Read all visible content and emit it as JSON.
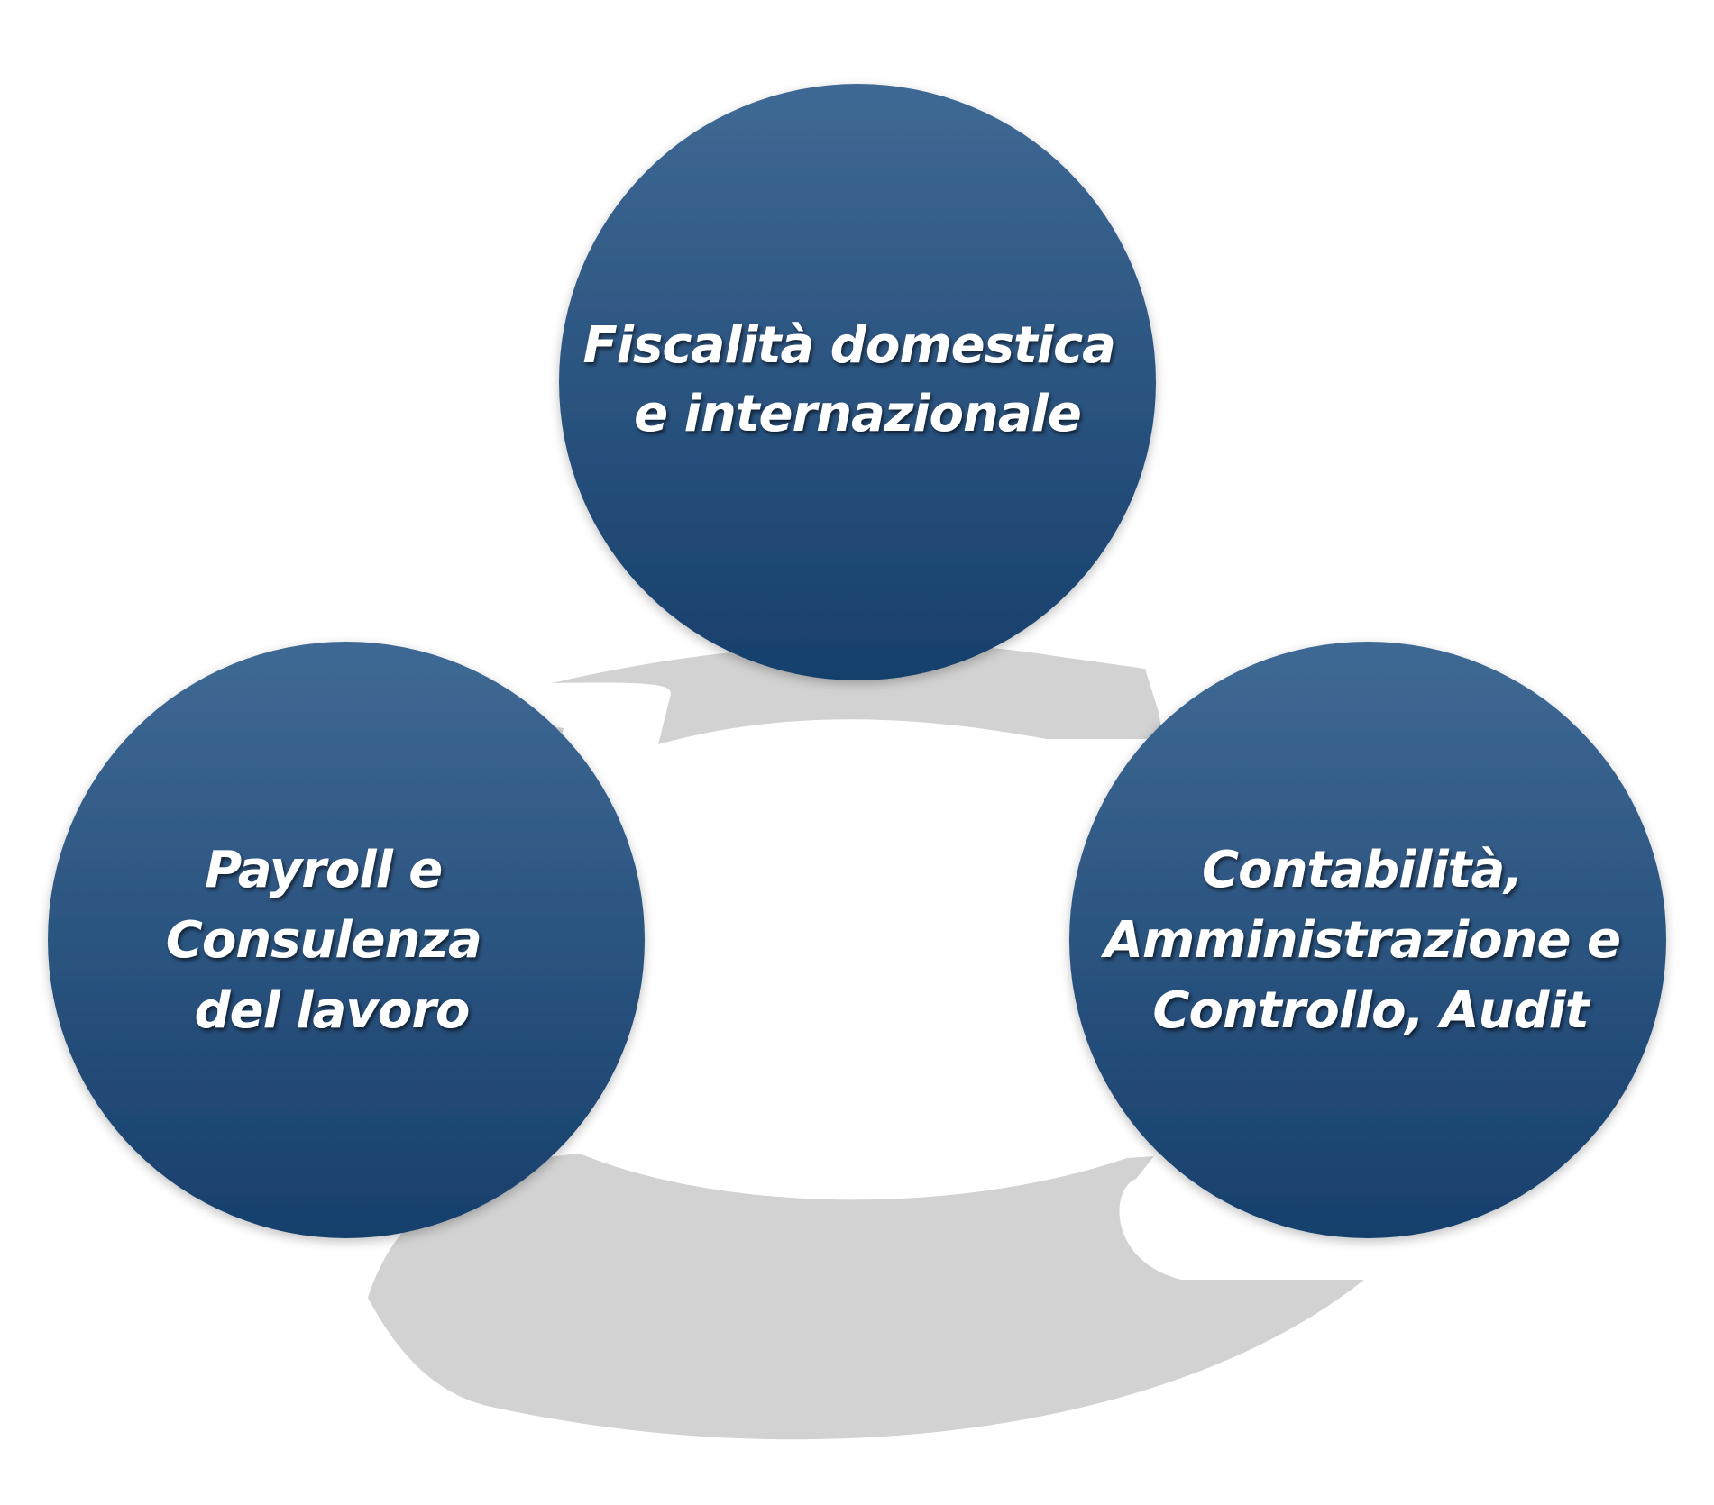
{
  "diagram": {
    "type": "cycle",
    "colors": {
      "node_top": "#3f6994",
      "node_bottom": "#173f6c",
      "cycle_arrow": "#d2d2d2",
      "label_text": "#ffffff",
      "background": "#ffffff"
    },
    "nodes": [
      {
        "id": "fiscalita",
        "lines": [
          "Fiscalità domestica",
          "e internazionale"
        ]
      },
      {
        "id": "payroll",
        "lines": [
          "Payroll e",
          "Consulenza",
          "del lavoro"
        ]
      },
      {
        "id": "contabilita",
        "lines": [
          "Contabilità,",
          "Amministrazione e",
          "Controllo, Audit"
        ]
      }
    ]
  }
}
